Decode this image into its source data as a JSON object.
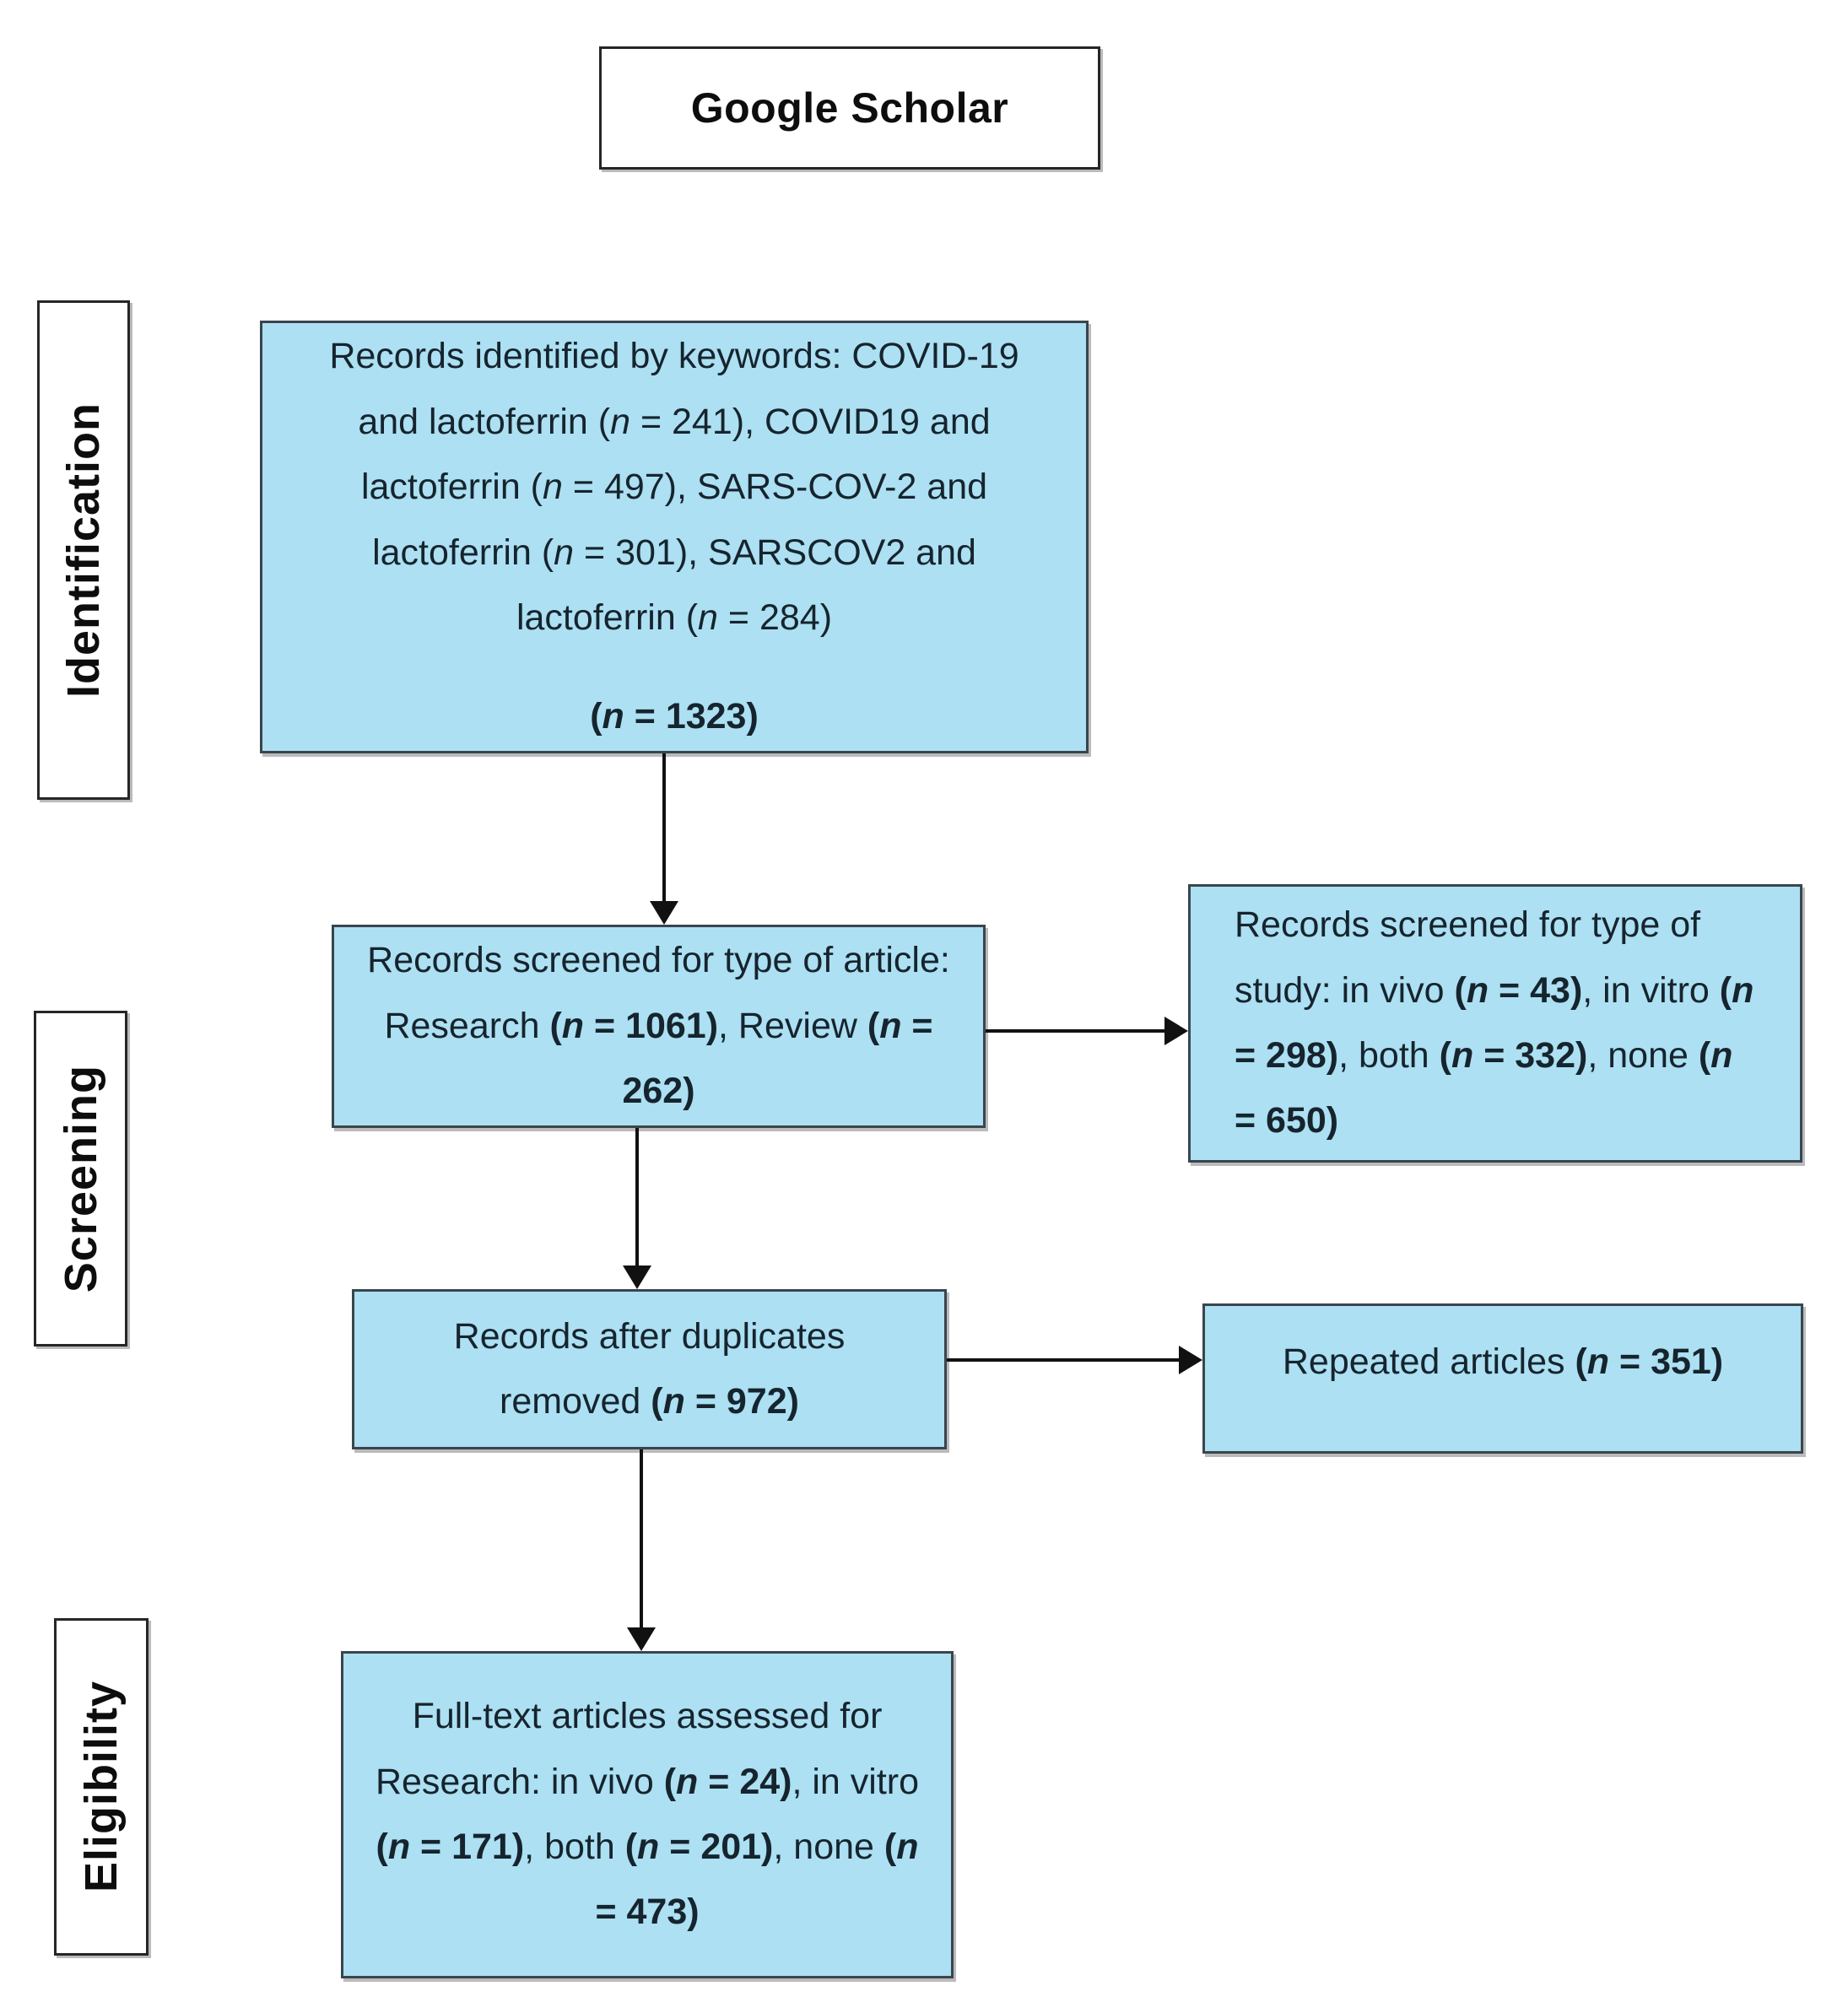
{
  "figure": {
    "source_label": "Google Scholar"
  },
  "stages": [
    {
      "label": "Identification"
    },
    {
      "label": "Screening"
    },
    {
      "label": "Eligibility"
    }
  ],
  "boxes": {
    "identified": {
      "main": [
        {
          "t": "Records identified by keywords: COVID-19 and lactoferrin ("
        },
        {
          "t": "n",
          "i": true
        },
        {
          "t": " = 241), COVID19 and lactoferrin ("
        },
        {
          "t": "n",
          "i": true
        },
        {
          "t": " = 497), SARS-COV-2 and lactoferrin ("
        },
        {
          "t": "n",
          "i": true
        },
        {
          "t": " = 301), SARSCOV2 and lactoferrin ("
        },
        {
          "t": "n",
          "i": true
        },
        {
          "t": " = 284)"
        }
      ],
      "total": [
        {
          "t": "(",
          "b": true
        },
        {
          "t": "n",
          "b": true,
          "i": true
        },
        {
          "t": " = 1323)",
          "b": true
        }
      ]
    },
    "screened_article": {
      "main": [
        {
          "t": "Records screened for type of article: Research "
        },
        {
          "t": "(",
          "b": true
        },
        {
          "t": "n",
          "b": true,
          "i": true
        },
        {
          "t": " = 1061)",
          "b": true
        },
        {
          "t": ", Review "
        },
        {
          "t": "(",
          "b": true
        },
        {
          "t": "n",
          "b": true,
          "i": true
        },
        {
          "t": " = 262)",
          "b": true
        }
      ]
    },
    "screened_study": {
      "main": [
        {
          "t": "Records screened for type of study: in vivo "
        },
        {
          "t": "(",
          "b": true
        },
        {
          "t": "n",
          "b": true,
          "i": true
        },
        {
          "t": " = 43)",
          "b": true
        },
        {
          "t": ", in vitro "
        },
        {
          "t": "(",
          "b": true
        },
        {
          "t": "n",
          "b": true,
          "i": true
        },
        {
          "t": " = 298)",
          "b": true
        },
        {
          "t": ", both "
        },
        {
          "t": "(",
          "b": true
        },
        {
          "t": "n",
          "b": true,
          "i": true
        },
        {
          "t": " = 332)",
          "b": true
        },
        {
          "t": ", none "
        },
        {
          "t": "(",
          "b": true
        },
        {
          "t": "n",
          "b": true,
          "i": true
        },
        {
          "t": " = 650)",
          "b": true
        }
      ]
    },
    "after_duplicates": {
      "main": [
        {
          "t": "Records after duplicates removed "
        },
        {
          "t": "(",
          "b": true
        },
        {
          "t": "n",
          "b": true,
          "i": true
        },
        {
          "t": " = 972)",
          "b": true
        }
      ]
    },
    "repeated": {
      "main": [
        {
          "t": "Repeated articles "
        },
        {
          "t": "(",
          "b": true
        },
        {
          "t": "n",
          "b": true,
          "i": true
        },
        {
          "t": " = 351)",
          "b": true
        }
      ]
    },
    "fulltext": {
      "main": [
        {
          "t": "Full-text articles assessed for Research: in vivo "
        },
        {
          "t": "(",
          "b": true
        },
        {
          "t": "n",
          "b": true,
          "i": true
        },
        {
          "t": " = 24)",
          "b": true
        },
        {
          "t": ", in vitro "
        },
        {
          "t": "(",
          "b": true
        },
        {
          "t": "n",
          "b": true,
          "i": true
        },
        {
          "t": " = 171)",
          "b": true
        },
        {
          "t": ", both "
        },
        {
          "t": "(",
          "b": true
        },
        {
          "t": "n",
          "b": true,
          "i": true
        },
        {
          "t": " = 201)",
          "b": true
        },
        {
          "t": ", none "
        },
        {
          "t": "(",
          "b": true
        },
        {
          "t": "n",
          "b": true,
          "i": true
        },
        {
          "t": " = 473)",
          "b": true
        }
      ]
    }
  },
  "colors": {
    "box_fill": "#ACE0F2",
    "box_border": "#3A454D",
    "arrow": "#111111"
  }
}
